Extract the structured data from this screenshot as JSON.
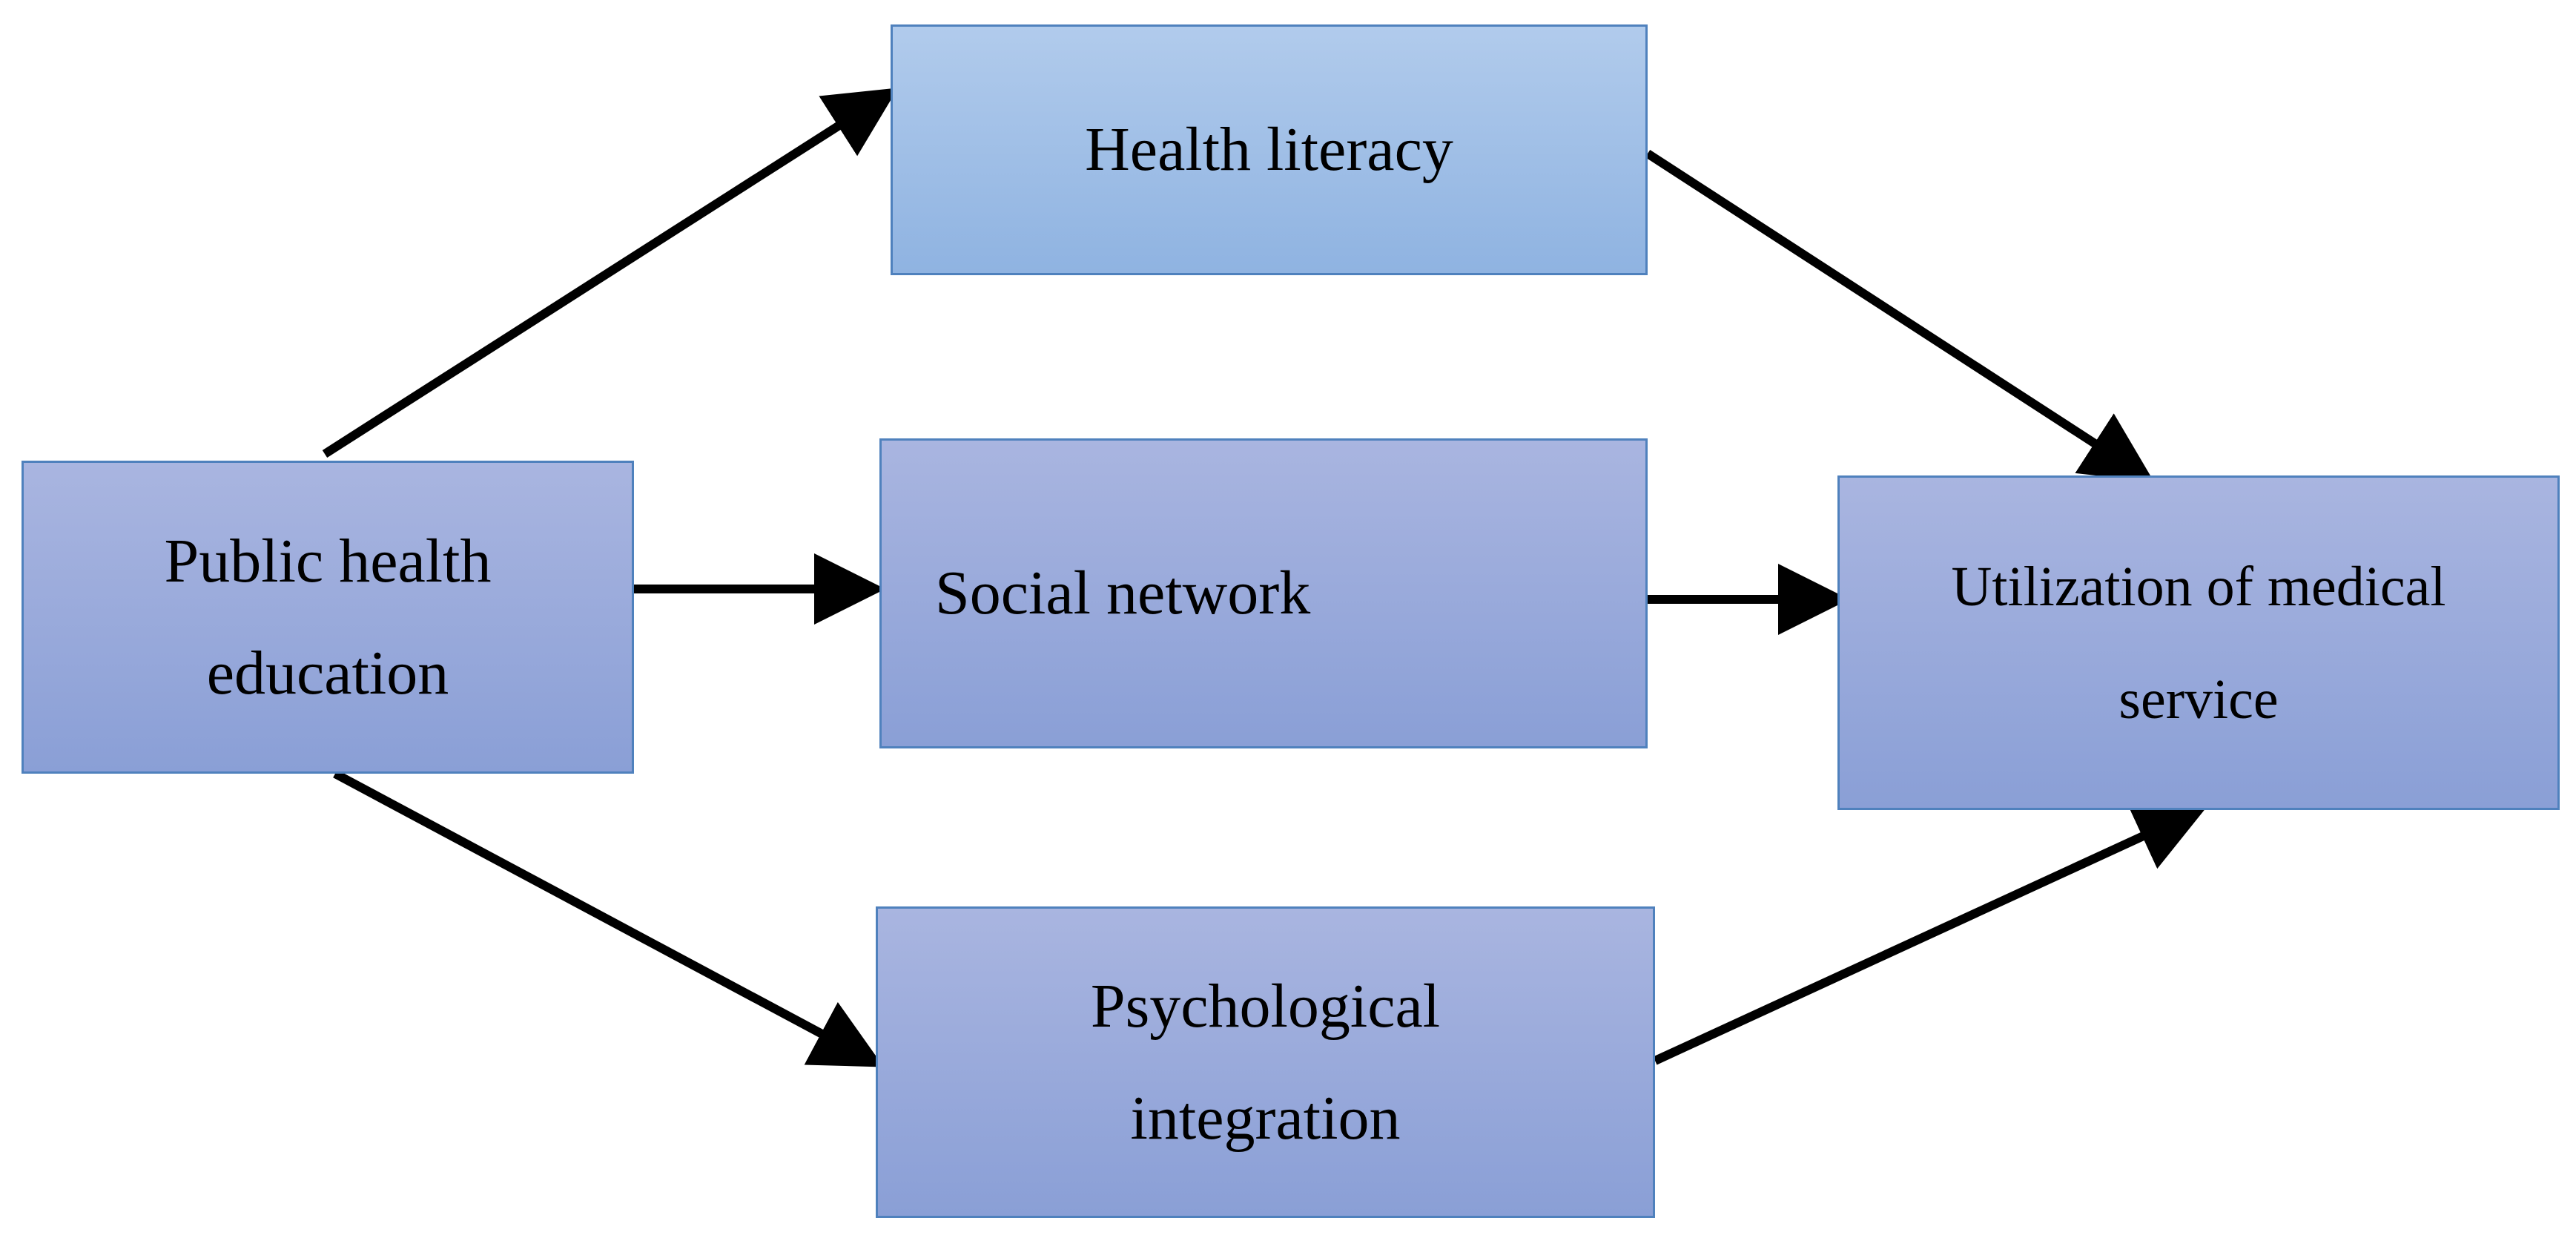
{
  "nodes": {
    "public_health_education": {
      "label": "Public health\neducation"
    },
    "health_literacy": {
      "label": "Health literacy"
    },
    "social_network": {
      "label": "Social network"
    },
    "psychological_integration": {
      "label": "Psychological\nintegration"
    },
    "utilization_of_medical_service": {
      "label": "Utilization of medical\nservice"
    }
  },
  "edges": [
    {
      "from": "Public health education",
      "to": "Health literacy"
    },
    {
      "from": "Public health education",
      "to": "Social network"
    },
    {
      "from": "Public health education",
      "to": "Psychological integration"
    },
    {
      "from": "Health literacy",
      "to": "Utilization of medical service"
    },
    {
      "from": "Social network",
      "to": "Utilization of medical service"
    },
    {
      "from": "Psychological integration",
      "to": "Utilization of medical service"
    }
  ],
  "colors": {
    "border": "#4f81bd",
    "arrow": "#000000",
    "light_blue_top": "#b1cbec",
    "light_blue_bottom": "#8fb3e1",
    "lavender_top": "#a9b5e0",
    "lavender_bottom": "#8a9fd6"
  }
}
